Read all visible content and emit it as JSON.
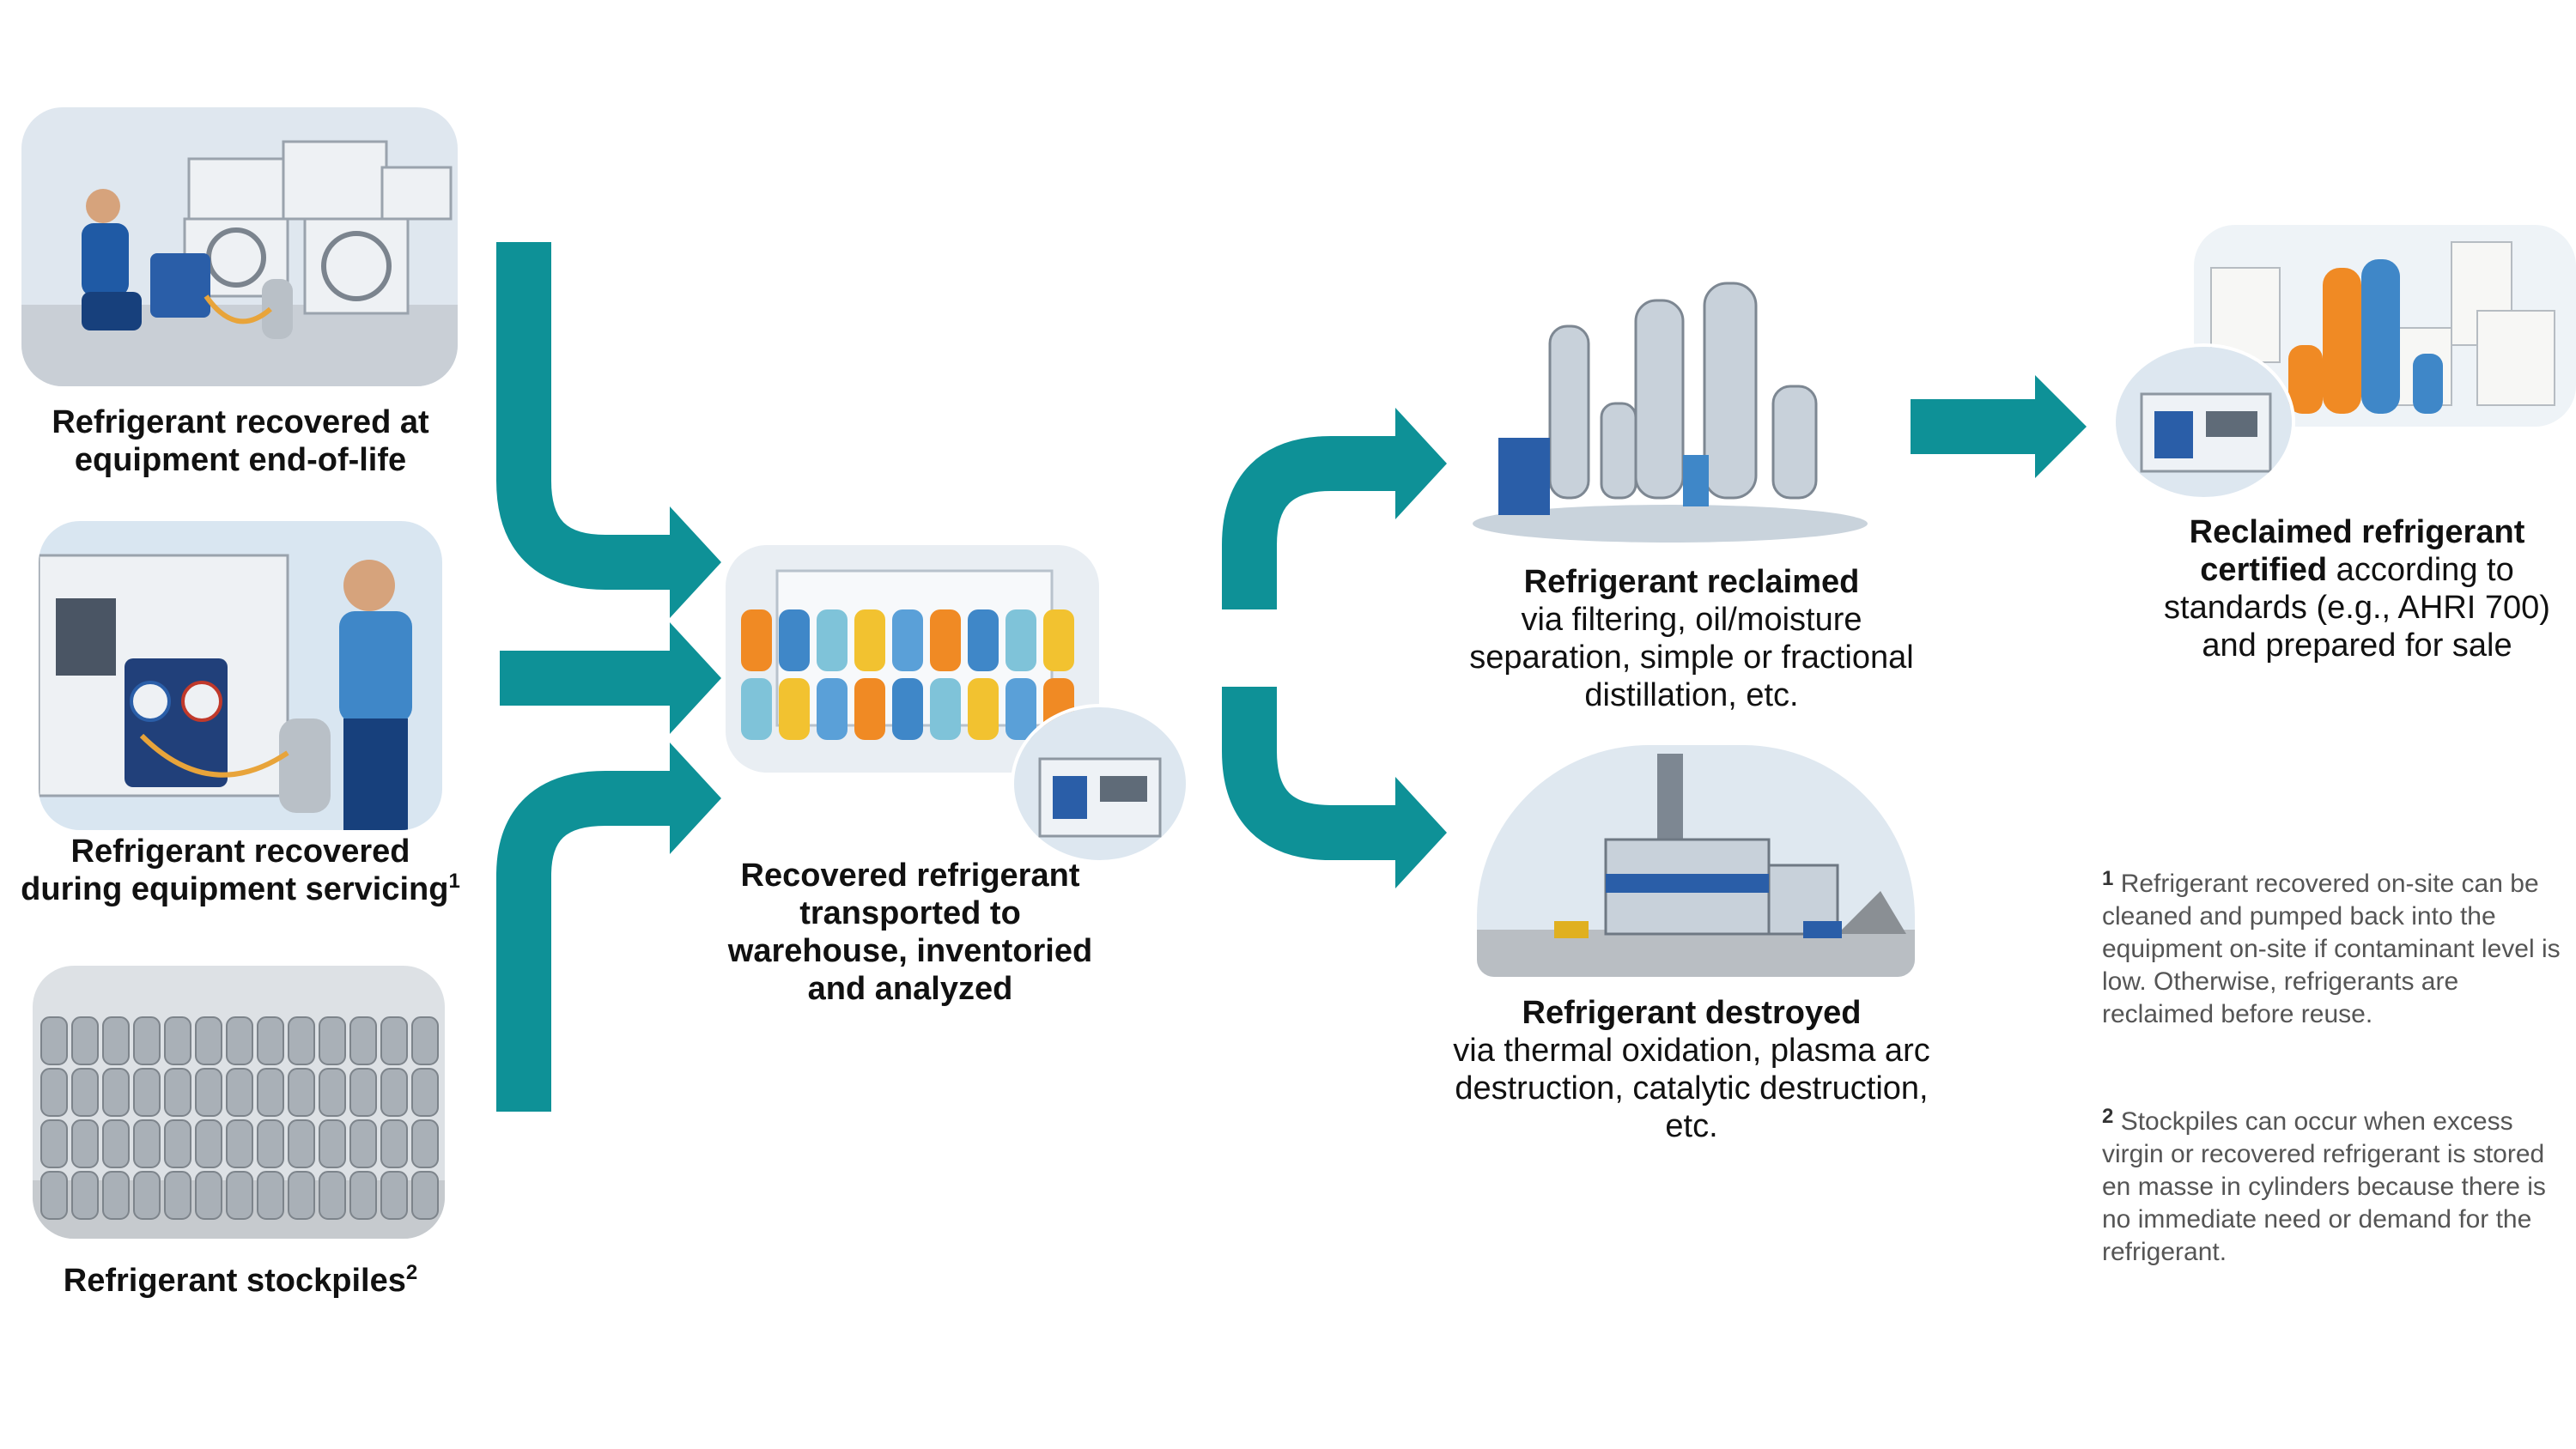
{
  "colors": {
    "arrow": "#0e9197",
    "note_text": "#555555"
  },
  "sources": [
    {
      "label": "Refrigerant recovered at equipment end-of-life",
      "footnote": ""
    },
    {
      "label": "Refrigerant recovered during equipment servicing",
      "footnote": "1"
    },
    {
      "label": "Refrigerant stockpiles",
      "footnote": "2"
    }
  ],
  "warehouse": {
    "label": "Recovered refrigerant transported to warehouse, inventoried and analyzed"
  },
  "reclaimed": {
    "title": "Refrigerant reclaimed",
    "description": "via filtering, oil/moisture separation, simple or fractional distillation, etc."
  },
  "destroyed": {
    "title": "Refrigerant destroyed",
    "description": "via thermal oxidation, plasma arc destruction, catalytic destruction, etc."
  },
  "certified": {
    "title_part1": "Reclaimed refrigerant",
    "title_part2": "certified",
    "rest": " according to standards (e.g., AHRI 700) and prepared for sale"
  },
  "notes": [
    {
      "marker": "1",
      "text": "Refrigerant recovered on-site can be cleaned and pumped back into the equipment on-site if contaminant level is low. Otherwise, refrigerants are reclaimed before reuse."
    },
    {
      "marker": "2",
      "text": "Stockpiles can occur when excess virgin or recovered refrigerant is stored en masse in cylinders because there is no immediate need or demand for the refrigerant."
    }
  ]
}
